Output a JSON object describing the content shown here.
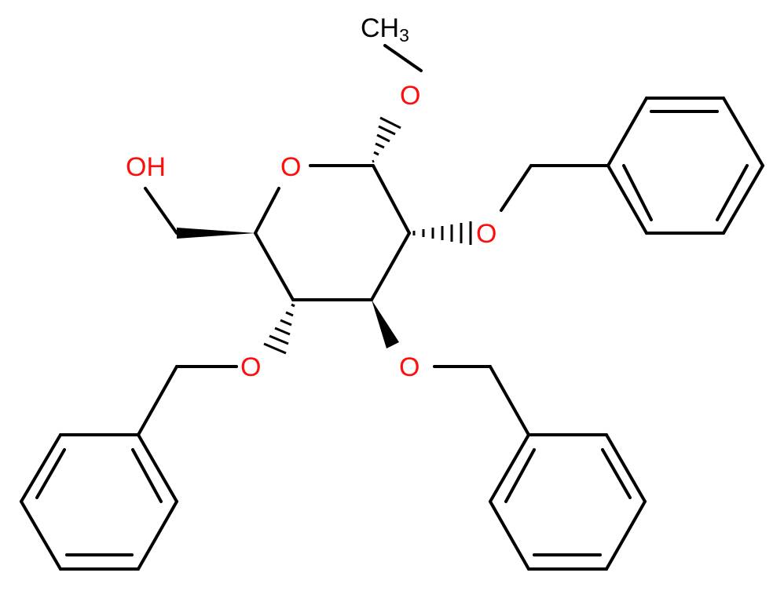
{
  "molecule": {
    "labels": {
      "methyl": "CH",
      "methyl_subscript": "3",
      "o_methoxy": "O",
      "o_ring": "O",
      "hydroxyl": "OH",
      "o_benzyloxy_c2": "O",
      "o_benzyloxy_c3": "O",
      "o_benzyloxy_c4": "O"
    },
    "colors": {
      "heteroatom": "#ff0d0d",
      "carbon": "#000000",
      "background": "#ffffff"
    }
  }
}
